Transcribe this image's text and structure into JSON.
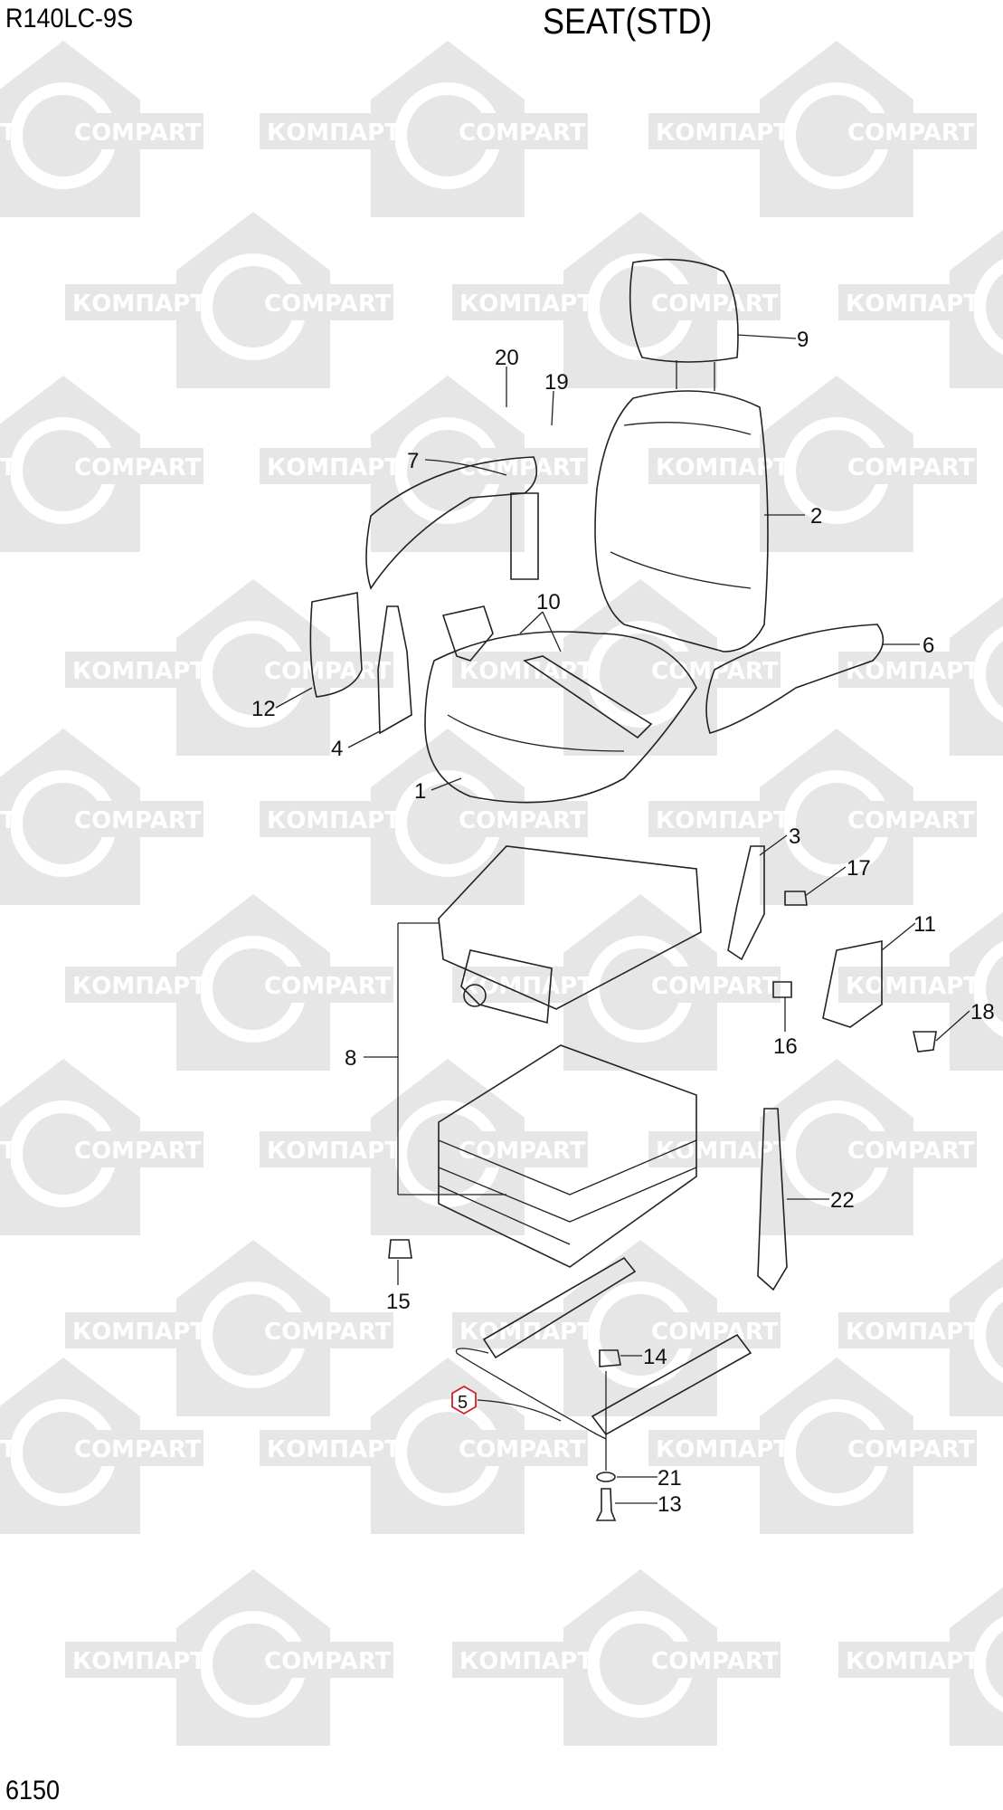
{
  "header": {
    "model": "R140LC-9S",
    "title": "SEAT(STD)"
  },
  "footer": {
    "page_number": "6150"
  },
  "watermark": {
    "text_cyrillic": "КОМПАРТ",
    "text_latin": "COMPART",
    "color": "#e6e6e6"
  },
  "highlight_color": "#d0202a",
  "callouts": [
    {
      "id": "20",
      "label": "20"
    },
    {
      "id": "19",
      "label": "19"
    },
    {
      "id": "9",
      "label": "9"
    },
    {
      "id": "7",
      "label": "7"
    },
    {
      "id": "2",
      "label": "2"
    },
    {
      "id": "10",
      "label": "10"
    },
    {
      "id": "6",
      "label": "6"
    },
    {
      "id": "12",
      "label": "12"
    },
    {
      "id": "4",
      "label": "4"
    },
    {
      "id": "1",
      "label": "1"
    },
    {
      "id": "3",
      "label": "3"
    },
    {
      "id": "17",
      "label": "17"
    },
    {
      "id": "11",
      "label": "11"
    },
    {
      "id": "18",
      "label": "18"
    },
    {
      "id": "16",
      "label": "16"
    },
    {
      "id": "8",
      "label": "8"
    },
    {
      "id": "22",
      "label": "22"
    },
    {
      "id": "15",
      "label": "15"
    },
    {
      "id": "14",
      "label": "14"
    },
    {
      "id": "5",
      "label": "5",
      "highlighted": true
    },
    {
      "id": "21",
      "label": "21"
    },
    {
      "id": "13",
      "label": "13"
    }
  ]
}
